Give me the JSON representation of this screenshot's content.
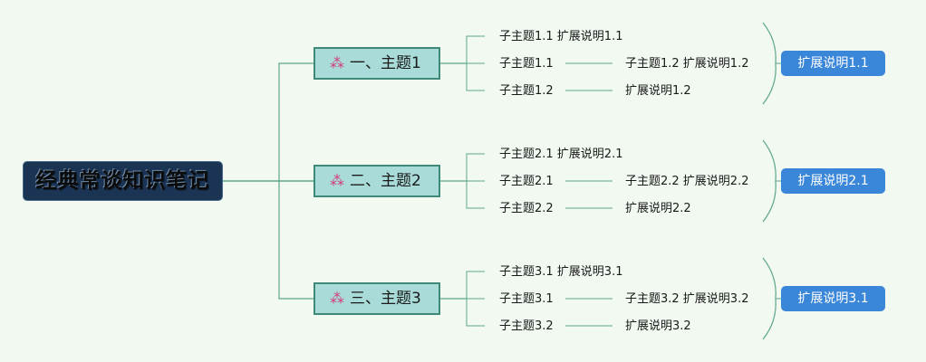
{
  "root": {
    "label": "经典常谈知识笔记"
  },
  "topics": [
    {
      "icon": "sparkle-icon",
      "label": "一、主题1",
      "lines": [
        "子主题1.1 扩展说明1.1",
        "子主题1.1",
        "子主题1.2"
      ],
      "side": [
        "子主题1.2 扩展说明1.2",
        "扩展说明1.2"
      ],
      "summary": "扩展说明1.1"
    },
    {
      "icon": "sparkle-icon",
      "label": "二、主题2",
      "lines": [
        "子主题2.1 扩展说明2.1",
        "子主题2.1",
        "子主题2.2"
      ],
      "side": [
        "子主题2.2 扩展说明2.2",
        "扩展说明2.2"
      ],
      "summary": "扩展说明2.1"
    },
    {
      "icon": "sparkle-icon",
      "label": "三、主题3",
      "lines": [
        "子主题3.1 扩展说明3.1",
        "子主题3.1",
        "子主题3.2"
      ],
      "side": [
        "子主题3.2 扩展说明3.2",
        "扩展说明3.2"
      ],
      "summary": "扩展说明3.1"
    }
  ],
  "colors": {
    "background": "#f1f9f1",
    "root": "#1c3454",
    "topic": "#a9dcd8",
    "summary": "#3a86d8",
    "connector": "#5fa58e"
  }
}
